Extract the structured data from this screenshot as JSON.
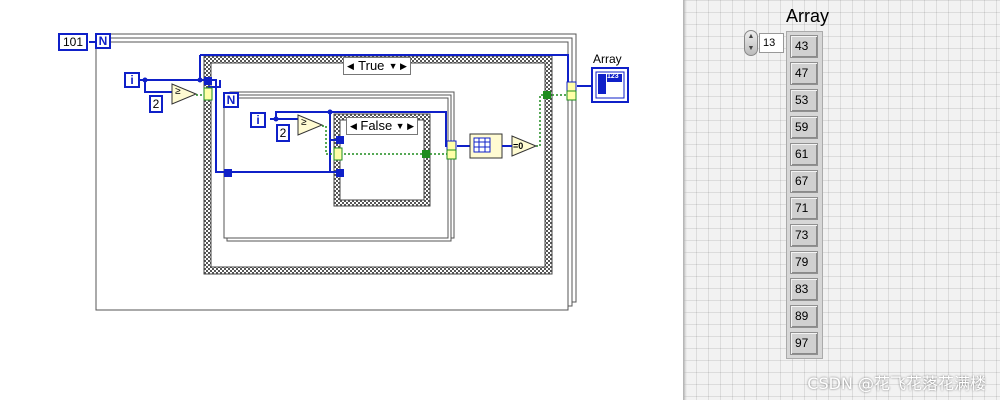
{
  "block_diagram": {
    "loop_count_constant": "101",
    "outer_loop_count_label": "N",
    "inner_loop_count_label": "N",
    "outer_iteration_label": "i",
    "inner_iteration_label": "i",
    "outer_const_two": "2",
    "inner_const_two": "2",
    "outer_case_selector": "True",
    "inner_case_selector": "False",
    "indicator_label": "Array",
    "indicator_glyph": "123",
    "equal_zero_label": "=0",
    "compare_glyph": "≥",
    "case_terminal": "?"
  },
  "front_panel": {
    "array_title": "Array",
    "index_value": "13",
    "values": [
      "43",
      "47",
      "53",
      "59",
      "61",
      "67",
      "71",
      "73",
      "79",
      "83",
      "89",
      "97"
    ]
  },
  "watermark": "CSDN @花飞花落花满楼",
  "colors": {
    "integer_wire": "#0f20c8",
    "boolean_wire": "#1e8c1e",
    "frame_border": "#555555"
  }
}
